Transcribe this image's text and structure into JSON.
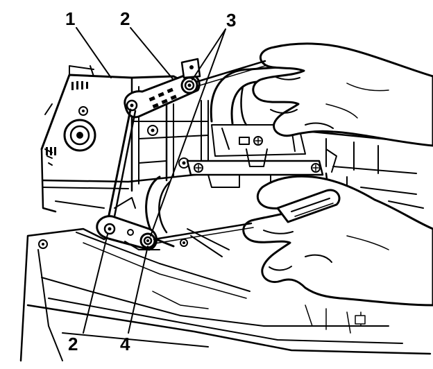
{
  "callouts": [
    {
      "id": "c1",
      "label": "1"
    },
    {
      "id": "c2a",
      "label": "2"
    },
    {
      "id": "c3",
      "label": "3"
    },
    {
      "id": "c2b",
      "label": "2"
    },
    {
      "id": "c4",
      "label": "4"
    }
  ],
  "colors": {
    "ink": "#000000",
    "paper": "#ffffff"
  }
}
